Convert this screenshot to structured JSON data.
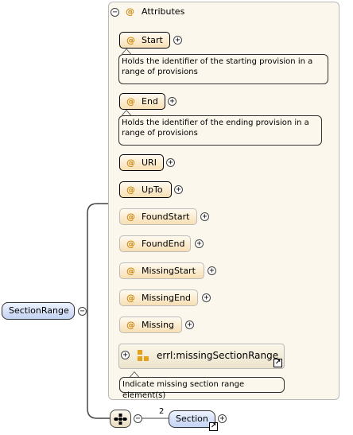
{
  "attributes": {
    "group_label": "Attributes",
    "items": [
      {
        "name": "Start",
        "note": "Holds the identifier of the starting provision in a range of provisions"
      },
      {
        "name": "End",
        "note": "Holds the identifier of the ending provision in a range of provisions"
      },
      {
        "name": "URI"
      },
      {
        "name": "UpTo"
      },
      {
        "name": "FoundStart"
      },
      {
        "name": "FoundEnd"
      },
      {
        "name": "MissingStart"
      },
      {
        "name": "MissingEnd"
      },
      {
        "name": "Missing"
      }
    ]
  },
  "group_ref": {
    "name": "errl:missingSectionRange",
    "note": "Indicate missing section range element(s)"
  },
  "root": {
    "name": "SectionRange"
  },
  "child": {
    "name": "Section",
    "cardinality": "2"
  },
  "glyphs": {
    "at": "@",
    "plus": "+",
    "minus": "−",
    "link": "↗"
  }
}
